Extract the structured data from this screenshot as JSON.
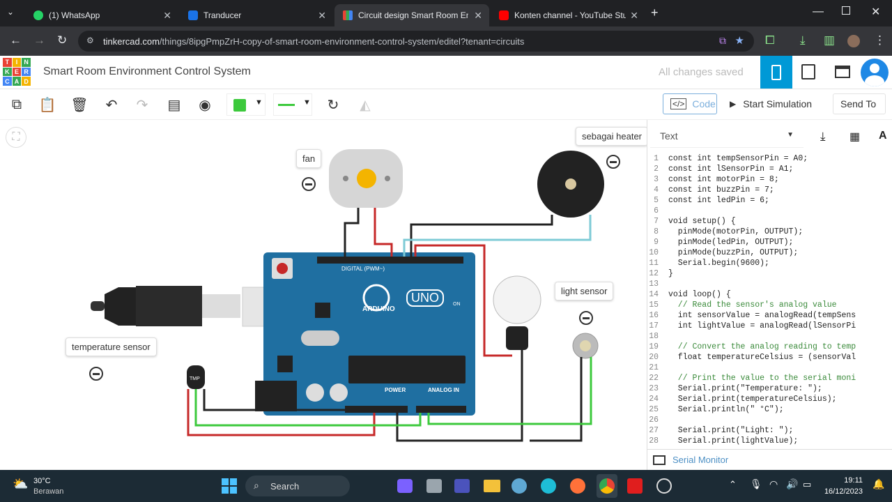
{
  "browser": {
    "tabs": [
      {
        "label": "(1) WhatsApp",
        "color": "#25d366"
      },
      {
        "label": "Tranducer",
        "color": "#1a73e8"
      },
      {
        "label": "Circuit design Smart Room Envi",
        "color": "#f4b400"
      },
      {
        "label": "Konten channel - YouTube Studi",
        "color": "#ff0000"
      }
    ],
    "url_host": "tinkercad.com",
    "url_path": "/things/8ipgPmpZrH-copy-of-smart-room-environment-control-system/editel?tenant=circuits"
  },
  "app": {
    "logo_letters": [
      "T",
      "I",
      "N",
      "K",
      "E",
      "R",
      "C",
      "A",
      "D"
    ],
    "title": "Smart Room Environment Control System",
    "save_status": "All changes saved",
    "code_button": "Code",
    "start_sim_button": "Start Simulation",
    "send_to_button": "Send To",
    "code_mode": "Text",
    "serial_monitor": "Serial Monitor",
    "accent": "#0099d6"
  },
  "canvas": {
    "labels": {
      "fan": "fan",
      "heater": "sebagai heater",
      "light": "light sensor",
      "temp": "temperature sensor",
      "tmp": "TMP"
    },
    "board": {
      "brand": "ARDUINO",
      "model": "UNO",
      "digital": "DIGITAL (PWM~)",
      "power": "POWER",
      "analog": "ANALOG IN",
      "on": "ON"
    }
  },
  "code_lines": [
    "const int tempSensorPin = A0;",
    "const int lSensorPin = A1;",
    "const int motorPin = 8;",
    "const int buzzPin = 7;",
    "const int ledPin = 6;",
    "",
    "void setup() {",
    "  pinMode(motorPin, OUTPUT);",
    "  pinMode(ledPin, OUTPUT);",
    "  pinMode(buzzPin, OUTPUT);",
    "  Serial.begin(9600);",
    "}",
    "",
    "void loop() {",
    "  // Read the sensor's analog value",
    "  int sensorValue = analogRead(tempSens",
    "  int lightValue = analogRead(lSensorPi",
    "",
    "  // Convert the analog reading to temp",
    "  float temperatureCelsius = (sensorVal",
    "",
    "  // Print the value to the serial moni",
    "  Serial.print(\"Temperature: \");",
    "  Serial.print(temperatureCelsius);",
    "  Serial.println(\" °C\");",
    "",
    "  Serial.print(\"Light: \");",
    "  Serial.print(lightValue);"
  ],
  "taskbar": {
    "weather_temp": "30°C",
    "weather_desc": "Berawan",
    "search": "Search",
    "time": "19:11",
    "date": "16/12/2023"
  }
}
